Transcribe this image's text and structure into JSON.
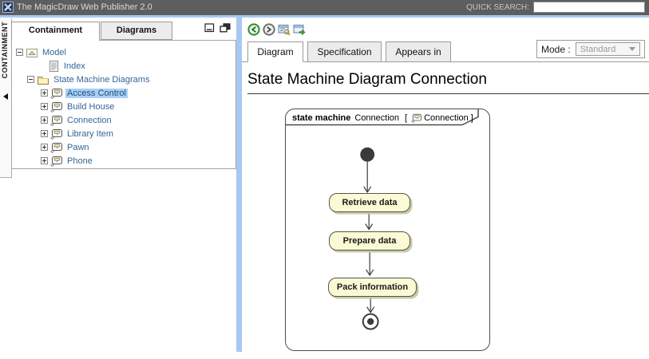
{
  "header": {
    "app_title": "The MagicDraw Web Publisher 2.0",
    "quick_search_label": "QUICK SEARCH:",
    "quick_search_value": ""
  },
  "sidebar": {
    "collapse_tab": "CONTAINMENT",
    "tabs": [
      {
        "label": "Containment",
        "active": true
      },
      {
        "label": "Diagrams",
        "active": false
      }
    ],
    "tree": {
      "items": [
        {
          "label": "Model",
          "icon": "package-icon",
          "expanded": true
        },
        {
          "label": "Index",
          "icon": "index-icon"
        },
        {
          "label": "State Machine Diagrams",
          "icon": "folder-icon",
          "expanded": true
        },
        {
          "label": "Access Control",
          "icon": "state-machine-diagram-icon",
          "selected": true
        },
        {
          "label": "Build House",
          "icon": "state-machine-diagram-icon"
        },
        {
          "label": "Connection",
          "icon": "state-machine-diagram-icon"
        },
        {
          "label": "Library Item",
          "icon": "state-machine-diagram-icon"
        },
        {
          "label": "Pawn",
          "icon": "state-machine-diagram-icon"
        },
        {
          "label": "Phone",
          "icon": "state-machine-diagram-icon"
        }
      ]
    }
  },
  "main": {
    "toolbar_icons": [
      "back-icon",
      "forward-icon",
      "show-in-tree-icon",
      "open-in-new-window-icon"
    ],
    "tabs": [
      {
        "label": "Diagram",
        "active": true
      },
      {
        "label": "Specification",
        "active": false
      },
      {
        "label": "Appears in",
        "active": false
      }
    ],
    "mode": {
      "label": "Mode :",
      "value": "Standard"
    },
    "page_title": "State Machine Diagram Connection",
    "frame": {
      "keyword": "state machine",
      "name": "Connection",
      "open_bracket": "[",
      "ref": "Connection",
      "close_bracket": "]"
    },
    "diagram": {
      "states": [
        {
          "label": "Retrieve data"
        },
        {
          "label": "Prepare data"
        },
        {
          "label": "Pack information"
        }
      ],
      "initial_node": true,
      "final_node": true
    }
  },
  "colors": {
    "header_bg": "#5E5E5E",
    "accent_blue": "#A9C8F0",
    "tree_text": "#336699",
    "selection": "#A9D0F7",
    "state_fill": "#FBFAD5",
    "state_border": "#55554A",
    "state_shadow": "#C9C8A9"
  }
}
